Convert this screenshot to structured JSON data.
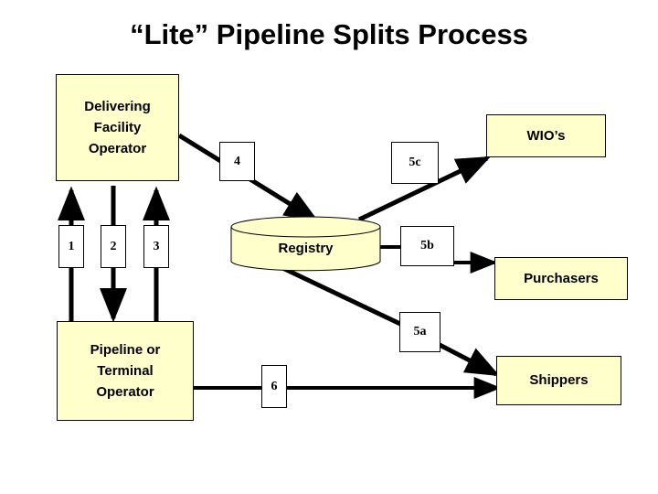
{
  "slide": {
    "title": "“Lite” Pipeline Splits Process",
    "background_color": "#ffffff",
    "box_fill_color": "#ffffcc",
    "box_border_color": "#000000",
    "connector_color": "#000000"
  },
  "actors": {
    "delivering_facility_operator": {
      "line1": "Delivering",
      "line2": "Facility",
      "line3": "Operator"
    },
    "pipeline_or_terminal_operator": {
      "line1": "Pipeline or",
      "line2": "Terminal",
      "line3": "Operator"
    },
    "registry": {
      "label": "Registry"
    },
    "wios": {
      "label": "WIO’s"
    },
    "purchasers": {
      "label": "Purchasers"
    },
    "shippers": {
      "label": "Shippers"
    }
  },
  "steps": {
    "step1": "1",
    "step2": "2",
    "step3": "3",
    "step4": "4",
    "step5a": "5a",
    "step5b": "5b",
    "step5c": "5c",
    "step6": "6"
  }
}
